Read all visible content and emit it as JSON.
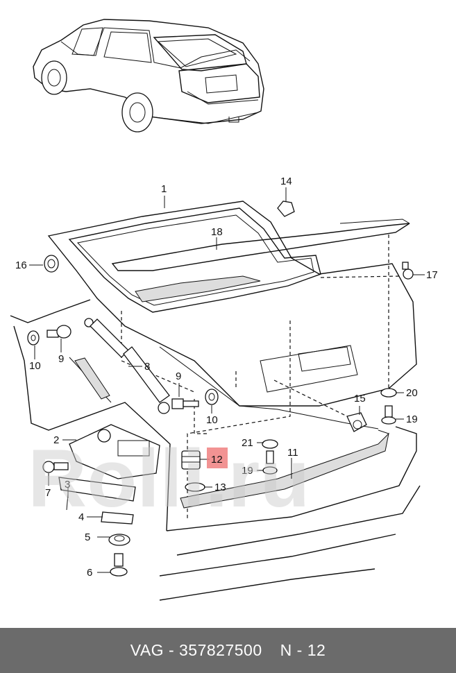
{
  "diagram": {
    "callouts": [
      {
        "id": "c1",
        "text": "1"
      },
      {
        "id": "c2",
        "text": "2"
      },
      {
        "id": "c3",
        "text": "3"
      },
      {
        "id": "c4",
        "text": "4"
      },
      {
        "id": "c5",
        "text": "5"
      },
      {
        "id": "c6",
        "text": "6"
      },
      {
        "id": "c7",
        "text": "7"
      },
      {
        "id": "c8",
        "text": "8"
      },
      {
        "id": "c9a",
        "text": "9"
      },
      {
        "id": "c9b",
        "text": "9"
      },
      {
        "id": "c10a",
        "text": "10"
      },
      {
        "id": "c10b",
        "text": "10"
      },
      {
        "id": "c11",
        "text": "11"
      },
      {
        "id": "c12",
        "text": "12"
      },
      {
        "id": "c13",
        "text": "13"
      },
      {
        "id": "c14",
        "text": "14"
      },
      {
        "id": "c15",
        "text": "15"
      },
      {
        "id": "c16",
        "text": "16"
      },
      {
        "id": "c17",
        "text": "17"
      },
      {
        "id": "c18",
        "text": "18"
      },
      {
        "id": "c19a",
        "text": "19"
      },
      {
        "id": "c19b",
        "text": "19"
      },
      {
        "id": "c20",
        "text": "20"
      },
      {
        "id": "c21",
        "text": "21"
      }
    ],
    "highlight_color": "#f08080",
    "highlighted_callout": "12",
    "watermark_text": "Rolli.ru"
  },
  "footer": {
    "part_code": "VAG - 357827500",
    "page": "N - 12"
  }
}
